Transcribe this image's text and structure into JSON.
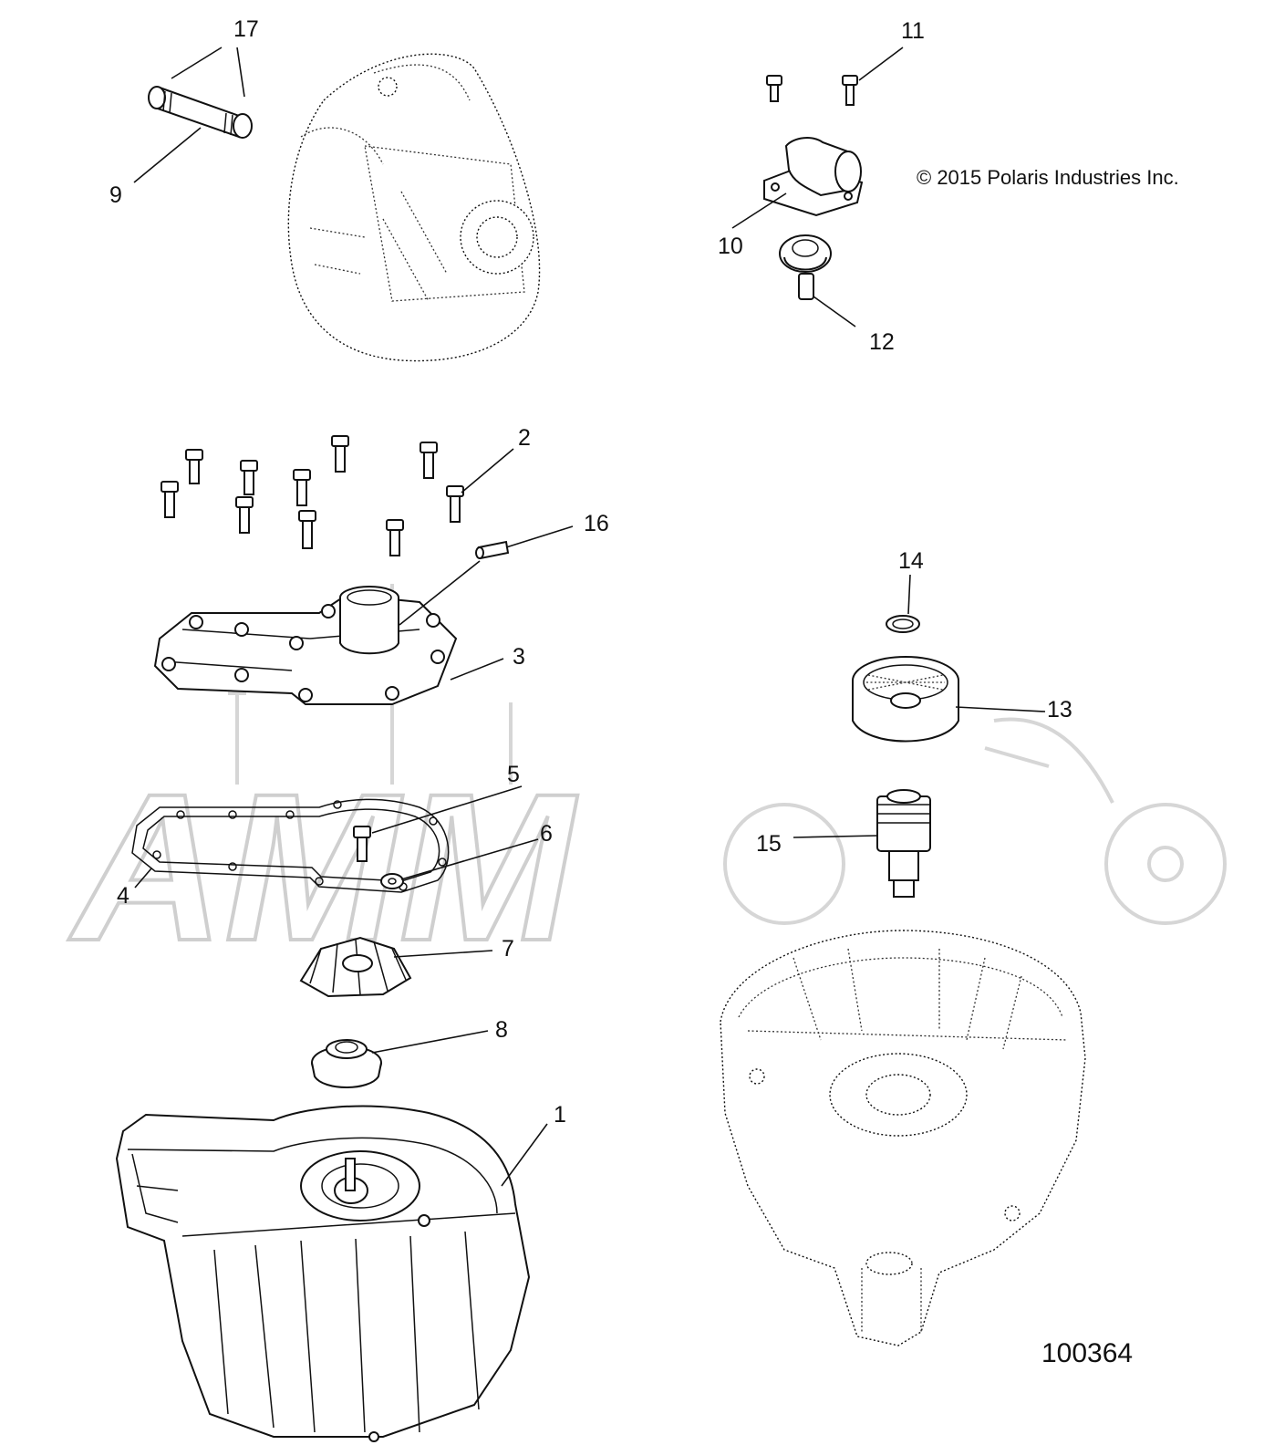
{
  "copyright": "© 2015 Polaris Industries Inc.",
  "diagram_number": "100364",
  "watermark": "AMM",
  "callouts": [
    {
      "id": "1",
      "label": "1"
    },
    {
      "id": "2",
      "label": "2"
    },
    {
      "id": "3",
      "label": "3"
    },
    {
      "id": "4",
      "label": "4"
    },
    {
      "id": "5",
      "label": "5"
    },
    {
      "id": "6",
      "label": "6"
    },
    {
      "id": "7",
      "label": "7"
    },
    {
      "id": "8",
      "label": "8"
    },
    {
      "id": "9",
      "label": "9"
    },
    {
      "id": "10",
      "label": "10"
    },
    {
      "id": "11",
      "label": "11"
    },
    {
      "id": "12",
      "label": "12"
    },
    {
      "id": "13",
      "label": "13"
    },
    {
      "id": "14",
      "label": "14"
    },
    {
      "id": "15",
      "label": "15"
    },
    {
      "id": "16",
      "label": "16"
    },
    {
      "id": "17",
      "label": "17"
    }
  ]
}
